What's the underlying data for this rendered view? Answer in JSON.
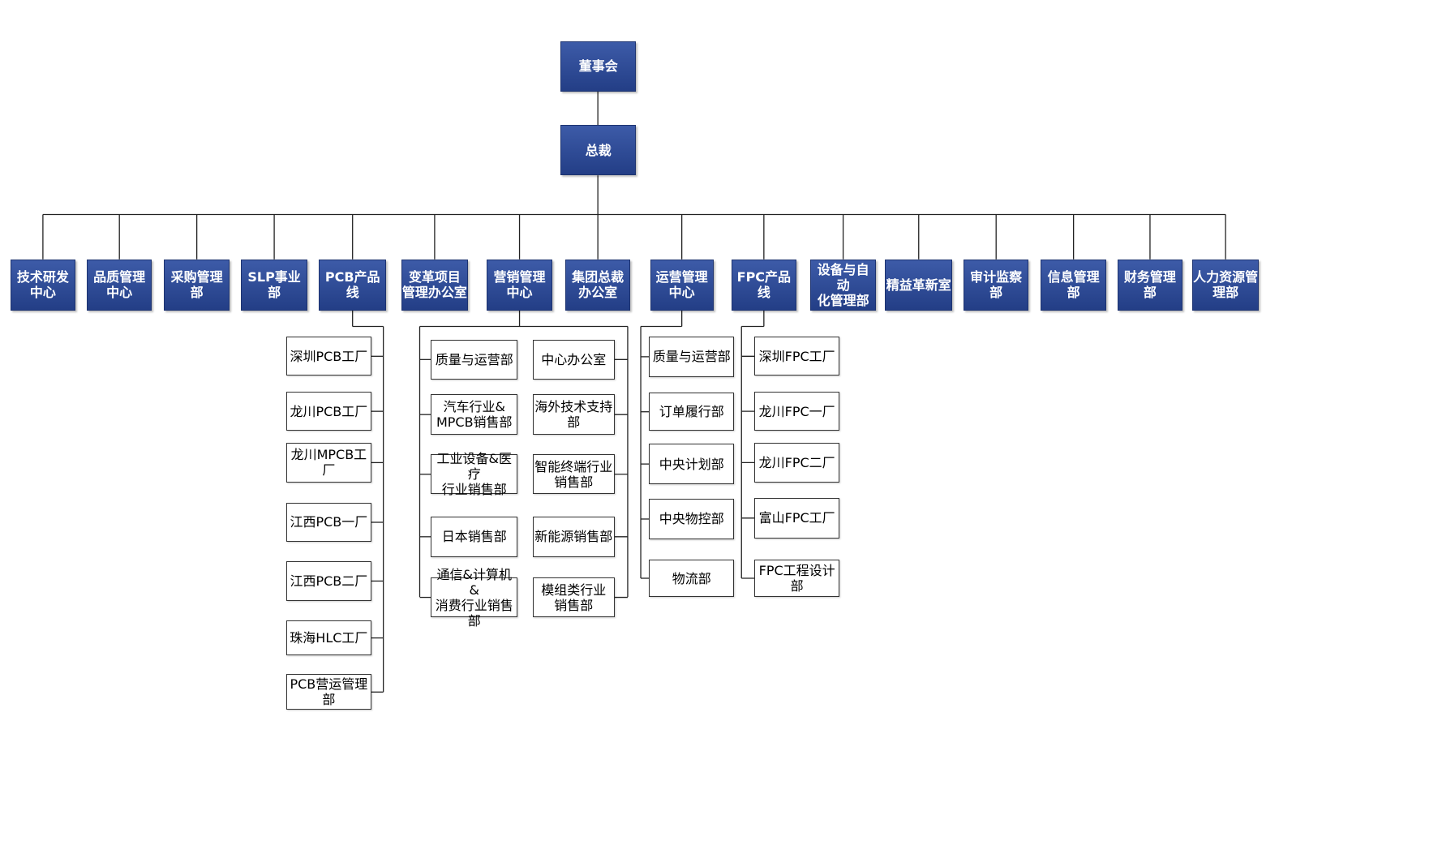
{
  "org_chart": {
    "board": "董事会",
    "president": "总裁",
    "departments": [
      {
        "label": "技术研发\n中心"
      },
      {
        "label": "品质管理\n中心"
      },
      {
        "label": "采购管理部"
      },
      {
        "label": "SLP事业部"
      },
      {
        "label": "PCB产品线",
        "children": [
          "深圳PCB工厂",
          "龙川PCB工厂",
          "龙川MPCB工厂",
          "江西PCB一厂",
          "江西PCB二厂",
          "珠海HLC工厂",
          "PCB营运管理部"
        ]
      },
      {
        "label": "变革项目\n管理办公室"
      },
      {
        "label": "营销管理\n中心",
        "children_left": [
          "质量与运营部",
          "汽车行业&\nMPCB销售部",
          "工业设备&医疗\n行业销售部",
          "日本销售部",
          "通信&计算机&\n消费行业销售部"
        ],
        "children_right": [
          "中心办公室",
          "海外技术支持部",
          "智能终端行业\n销售部",
          "新能源销售部",
          "模组类行业\n销售部"
        ]
      },
      {
        "label": "集团总裁\n办公室"
      },
      {
        "label": "运营管理\n中心",
        "children": [
          "质量与运营部",
          "订单履行部",
          "中央计划部",
          "中央物控部",
          "物流部"
        ]
      },
      {
        "label": "FPC产品线",
        "children": [
          "深圳FPC工厂",
          "龙川FPC一厂",
          "龙川FPC二厂",
          "富山FPC工厂",
          "FPC工程设计部"
        ]
      },
      {
        "label": "设备与自动\n化管理部"
      },
      {
        "label": "精益革新室"
      },
      {
        "label": "审计监察部"
      },
      {
        "label": "信息管理部"
      },
      {
        "label": "财务管理部"
      },
      {
        "label": "人力资源管\n理部"
      }
    ]
  }
}
